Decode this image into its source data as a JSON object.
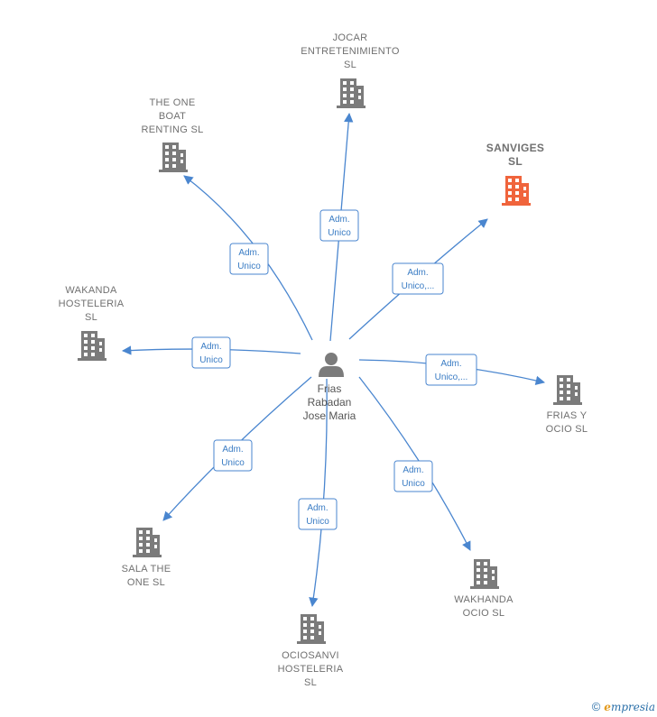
{
  "person": {
    "lines": [
      "Frias",
      "Rabadan",
      "Jose Maria"
    ],
    "icon": "person-icon"
  },
  "companies": [
    {
      "id": "jocar",
      "lines": [
        "JOCAR",
        "ENTRETENIMIENTO",
        "SL"
      ],
      "relation": [
        "Adm.",
        "Unico"
      ],
      "highlight": false,
      "icon": "building-icon"
    },
    {
      "id": "the-one-boat",
      "lines": [
        "THE ONE",
        "BOAT",
        "RENTING  SL"
      ],
      "relation": [
        "Adm.",
        "Unico"
      ],
      "highlight": false,
      "icon": "building-icon"
    },
    {
      "id": "sanviges",
      "lines": [
        "SANVIGES",
        "SL"
      ],
      "relation": [
        "Adm.",
        "Unico,..."
      ],
      "highlight": true,
      "icon": "building-icon"
    },
    {
      "id": "wakanda",
      "lines": [
        "WAKANDA",
        "HOSTELERIA",
        "SL"
      ],
      "relation": [
        "Adm.",
        "Unico"
      ],
      "highlight": false,
      "icon": "building-icon"
    },
    {
      "id": "frias-y-ocio",
      "lines": [
        "FRIAS Y",
        "OCIO  SL"
      ],
      "relation": [
        "Adm.",
        "Unico,..."
      ],
      "highlight": false,
      "icon": "building-icon"
    },
    {
      "id": "sala-the-one",
      "lines": [
        "SALA THE",
        "ONE SL"
      ],
      "relation": [
        "Adm.",
        "Unico"
      ],
      "highlight": false,
      "icon": "building-icon"
    },
    {
      "id": "wakhanda-ocio",
      "lines": [
        "WAKHANDA",
        "OCIO  SL"
      ],
      "relation": [
        "Adm.",
        "Unico"
      ],
      "highlight": false,
      "icon": "building-icon"
    },
    {
      "id": "ociosanvi",
      "lines": [
        "OCIOSANVI",
        "HOSTELERIA",
        "SL"
      ],
      "relation": [
        "Adm.",
        "Unico"
      ],
      "highlight": false,
      "icon": "building-icon"
    }
  ],
  "colors": {
    "edge": "#4a86cf",
    "building": "#7b7b7b",
    "highlight": "#f0643c",
    "person": "#7b7b7b"
  },
  "brand": {
    "copyright": "©",
    "initial": "e",
    "name": "mpresia"
  }
}
